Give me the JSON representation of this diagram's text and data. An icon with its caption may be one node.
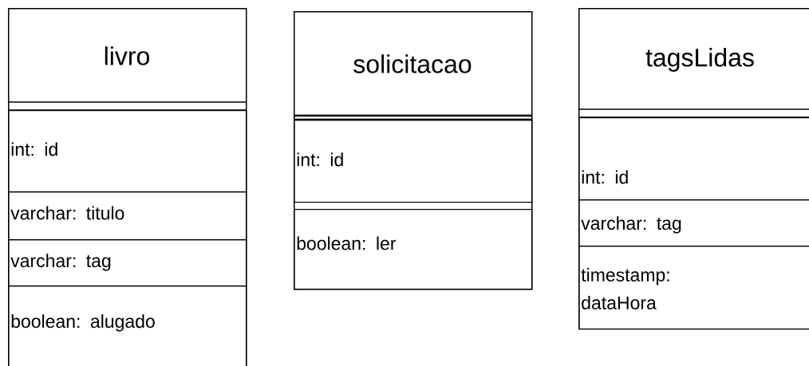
{
  "diagram": {
    "nodes": [
      {
        "text": [
          "livro"
        ]
      },
      {
        "text": [
          "int: id"
        ],
        "in": 0
      },
      {
        "text": [
          "varchar: titulo"
        ],
        "in": 0
      },
      {
        "text": [
          "varchar: tag"
        ],
        "in": 0
      },
      {
        "text": [
          "boolean: alugado"
        ],
        "in": 0
      },
      {
        "text": [
          "solicitacao"
        ]
      },
      {
        "text": [
          "int: id"
        ],
        "in": 5
      },
      {
        "text": [
          "boolean: ler"
        ],
        "in": 5
      },
      {
        "text": [
          "tagsLidas"
        ]
      },
      {
        "text": [
          "int: id"
        ],
        "in": 8
      },
      {
        "text": [
          "varchar: tag"
        ],
        "in": 8
      },
      {
        "text": [
          "timestamp: dataHora"
        ],
        "in": 8
      }
    ]
  }
}
